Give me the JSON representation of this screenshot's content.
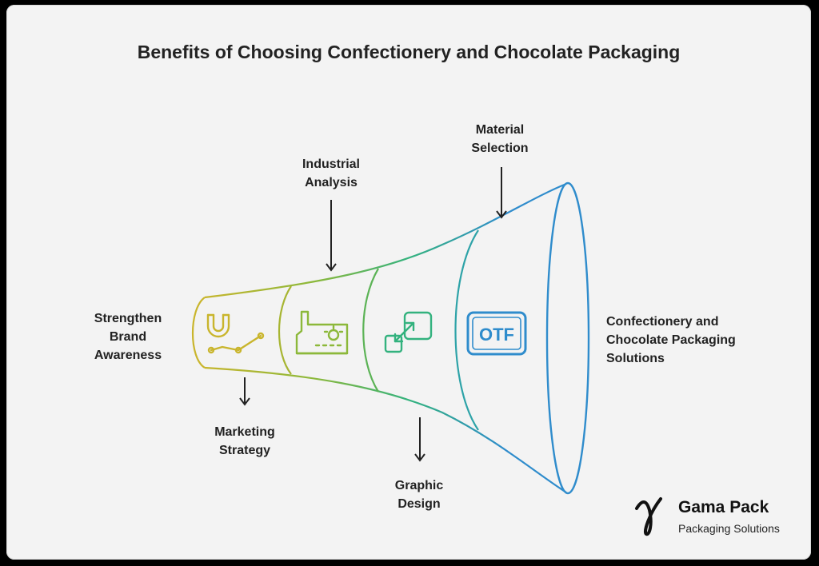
{
  "title": "Benefits of Choosing Confectionery and Chocolate Packaging",
  "stages": {
    "strengthen": {
      "line1": "Strengthen",
      "line2": "Brand",
      "line3": "Awareness",
      "icon": "magnet-chart-icon",
      "color": "#c9b52c"
    },
    "marketing": {
      "line1": "Marketing",
      "line2": "Strategy"
    },
    "industrial": {
      "line1": "Industrial",
      "line2": "Analysis",
      "icon": "factory-gear-icon",
      "color": "#8cb83a"
    },
    "graphic": {
      "line1": "Graphic",
      "line2": "Design",
      "icon": "resize-arrows-icon",
      "color": "#33b27e"
    },
    "material": {
      "line1": "Material",
      "line2": "Selection"
    },
    "solutions": {
      "line1": "Confectionery and",
      "line2": "Chocolate Packaging",
      "line3": "Solutions",
      "icon": "otf-file-icon",
      "color": "#2f8ccc"
    }
  },
  "otf_icon_text": "OTF",
  "brand": {
    "name": "Gama Pack",
    "tagline": "Packaging Solutions",
    "logo_icon": "gamma-logo-icon"
  }
}
